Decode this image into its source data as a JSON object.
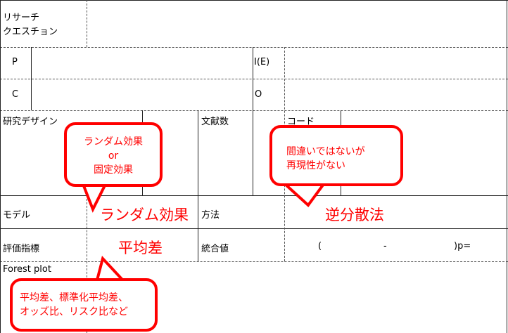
{
  "labels": {
    "research_question": "リサーチ\nクエスチョン",
    "rq_line1": "リサーチ",
    "rq_line2": "クエスチョン",
    "p": "P",
    "ie": "I(E)",
    "c": "C",
    "o": "O",
    "study_design": "研究デザイン",
    "num_papers": "文献数",
    "code": "コード",
    "model": "モデル",
    "method": "方法",
    "metric": "評価指標",
    "pooled": "統合値",
    "forest": "Forest plot"
  },
  "values": {
    "model": "ランダム効果",
    "method": "逆分散法",
    "metric": "平均差",
    "ci_open": "(",
    "ci_dash": "-",
    "ci_close_p": ")p="
  },
  "callouts": {
    "model_line1": "ランダム効果",
    "model_line2": "or",
    "model_line3": "固定効果",
    "code_line1": "間違いではないが",
    "code_line2": "再現性がない",
    "metric_line1": "平均差、標準化平均差、",
    "metric_line2": "オッズ比、リスク比など"
  },
  "colors": {
    "accent": "#ff0000"
  }
}
